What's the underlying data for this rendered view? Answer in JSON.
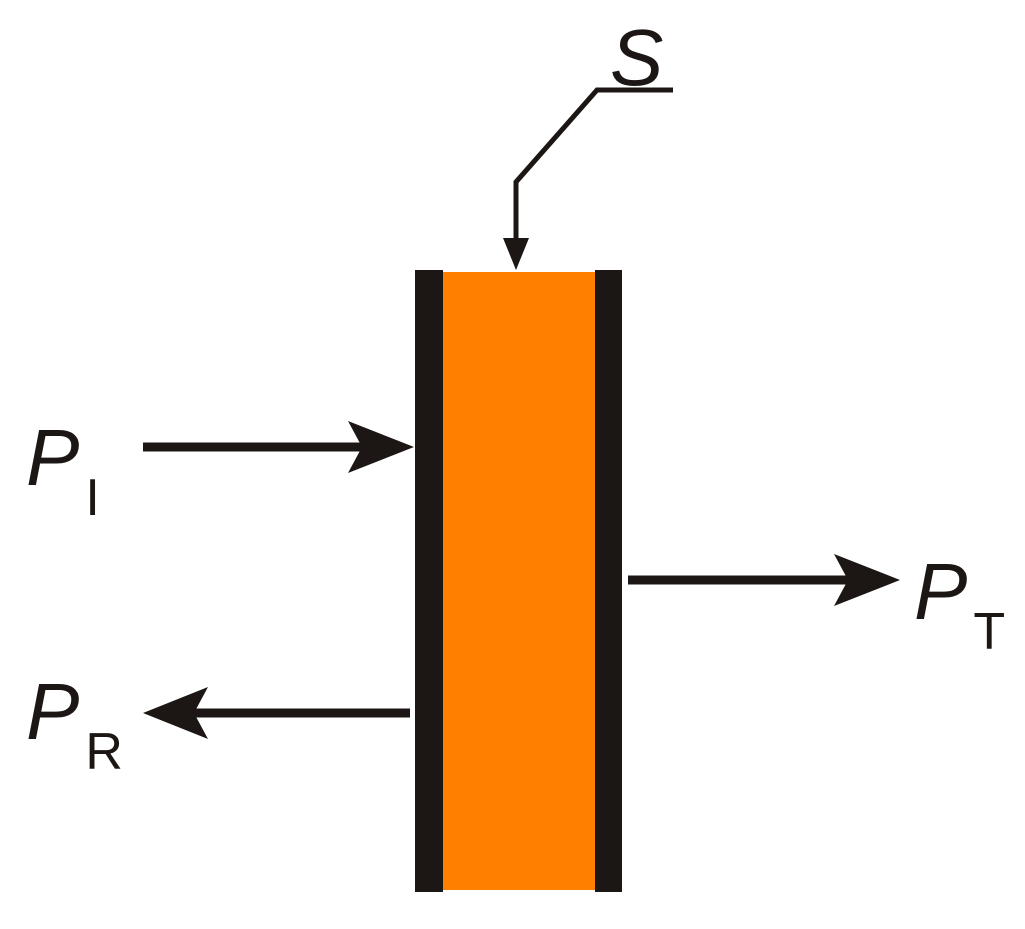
{
  "colors": {
    "ink": "#1c1714",
    "slab_fill": "#ff7f00",
    "background": "#ffffff"
  },
  "labels": {
    "surface": "S",
    "incident": {
      "symbol": "P",
      "subscript": "I"
    },
    "transmitted": {
      "symbol": "P",
      "subscript": "T"
    },
    "reflected": {
      "symbol": "P",
      "subscript": "R"
    }
  }
}
